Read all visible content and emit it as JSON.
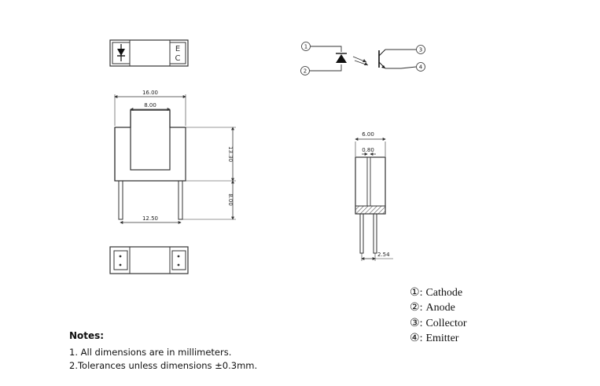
{
  "top_view": {
    "marking_left": "▼",
    "marking_e": "E",
    "marking_c": "C"
  },
  "front_view": {
    "dim_total_width": "16.00",
    "dim_slot_width": "8.00",
    "dim_height": "13.30",
    "dim_lead_length": "8.00",
    "dim_lead_pitch": "12.50"
  },
  "side_view": {
    "dim_width": "6.00",
    "dim_slot": "0.80",
    "dim_pin_pitch": "2.54"
  },
  "schematic": {
    "pin1": "1",
    "pin2": "2",
    "pin3": "3",
    "pin4": "4"
  },
  "pin_legend": [
    {
      "number": "①",
      "sep": ":",
      "name": "Cathode"
    },
    {
      "number": "②",
      "sep": ":",
      "name": "Anode"
    },
    {
      "number": "③",
      "sep": ":",
      "name": "Collector"
    },
    {
      "number": "④",
      "sep": ":",
      "name": "Emitter"
    }
  ],
  "notes": {
    "title": "Notes:",
    "lines": [
      "1. All dimensions are in millimeters.",
      "2.Tolerances unless dimensions ±0.3mm."
    ]
  },
  "colors": {
    "line": "#333333",
    "fill_dark": "#222222",
    "hatch": "#555555"
  }
}
